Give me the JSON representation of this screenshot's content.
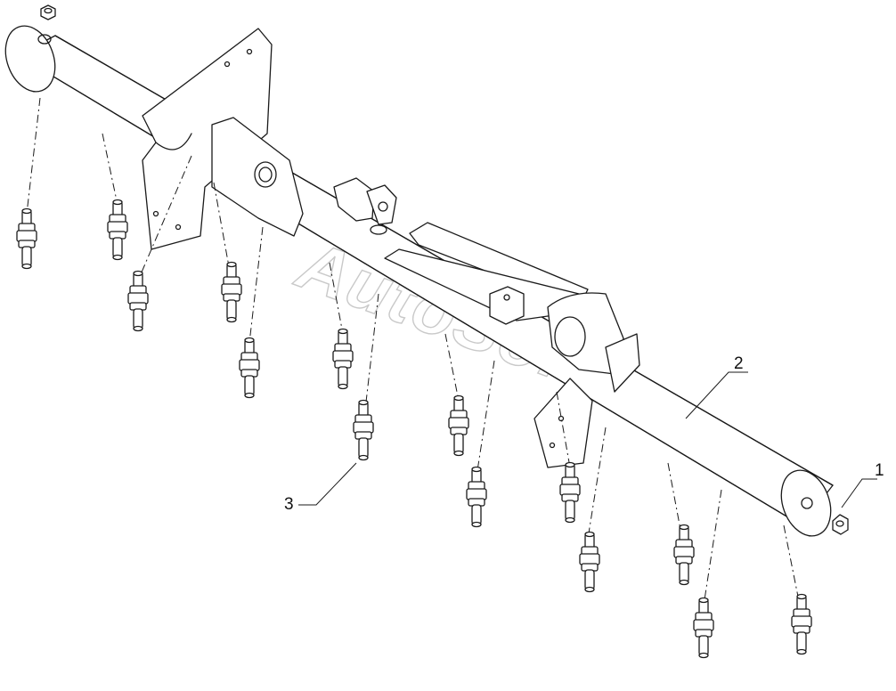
{
  "watermark": "AutoSoft",
  "callouts": [
    {
      "id": "callout-1",
      "label": "1"
    },
    {
      "id": "callout-2",
      "label": "2"
    },
    {
      "id": "callout-3",
      "label": "3"
    }
  ],
  "colors": {
    "line": "#1a1a1a",
    "background": "#ffffff",
    "watermark": "#c9c9c9"
  }
}
